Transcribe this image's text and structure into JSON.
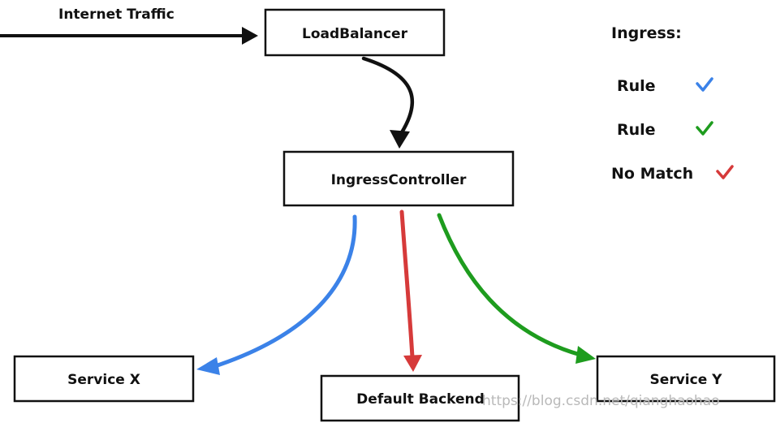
{
  "diagram": {
    "internet_traffic": "Internet Traffic",
    "load_balancer": "LoadBalancer",
    "ingress_controller": "IngressController",
    "service_x": "Service X",
    "default_backend": "Default Backend",
    "service_y": "Service Y"
  },
  "legend": {
    "title": "Ingress:",
    "items": [
      {
        "label": "Rule",
        "color": "#3b82e8"
      },
      {
        "label": "Rule",
        "color": "#1e9c1e"
      },
      {
        "label": "No Match",
        "color": "#d63a3a"
      }
    ]
  },
  "watermark": "https://blog.csdn.net/qianghaohao",
  "colors": {
    "black": "#111111",
    "blue": "#3b82e8",
    "green": "#1e9c1e",
    "red": "#d63a3a"
  }
}
